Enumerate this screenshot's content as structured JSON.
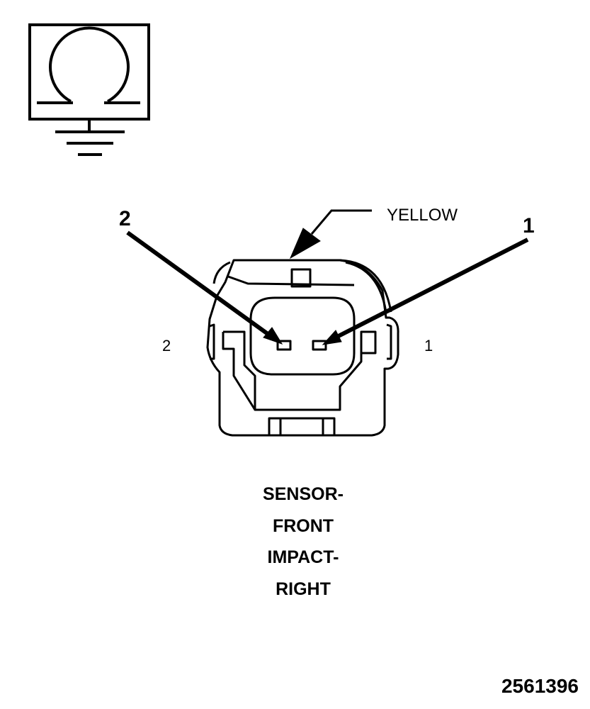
{
  "symbol": {
    "icon": "ohmmeter-ground-icon"
  },
  "connector": {
    "color_label": "YELLOW",
    "callout_left": "2",
    "callout_right": "1",
    "pin_left_label": "2",
    "pin_right_label": "1"
  },
  "title_lines": [
    "SENSOR-",
    "FRONT",
    "IMPACT-",
    "RIGHT"
  ],
  "figure_number": "2561396"
}
